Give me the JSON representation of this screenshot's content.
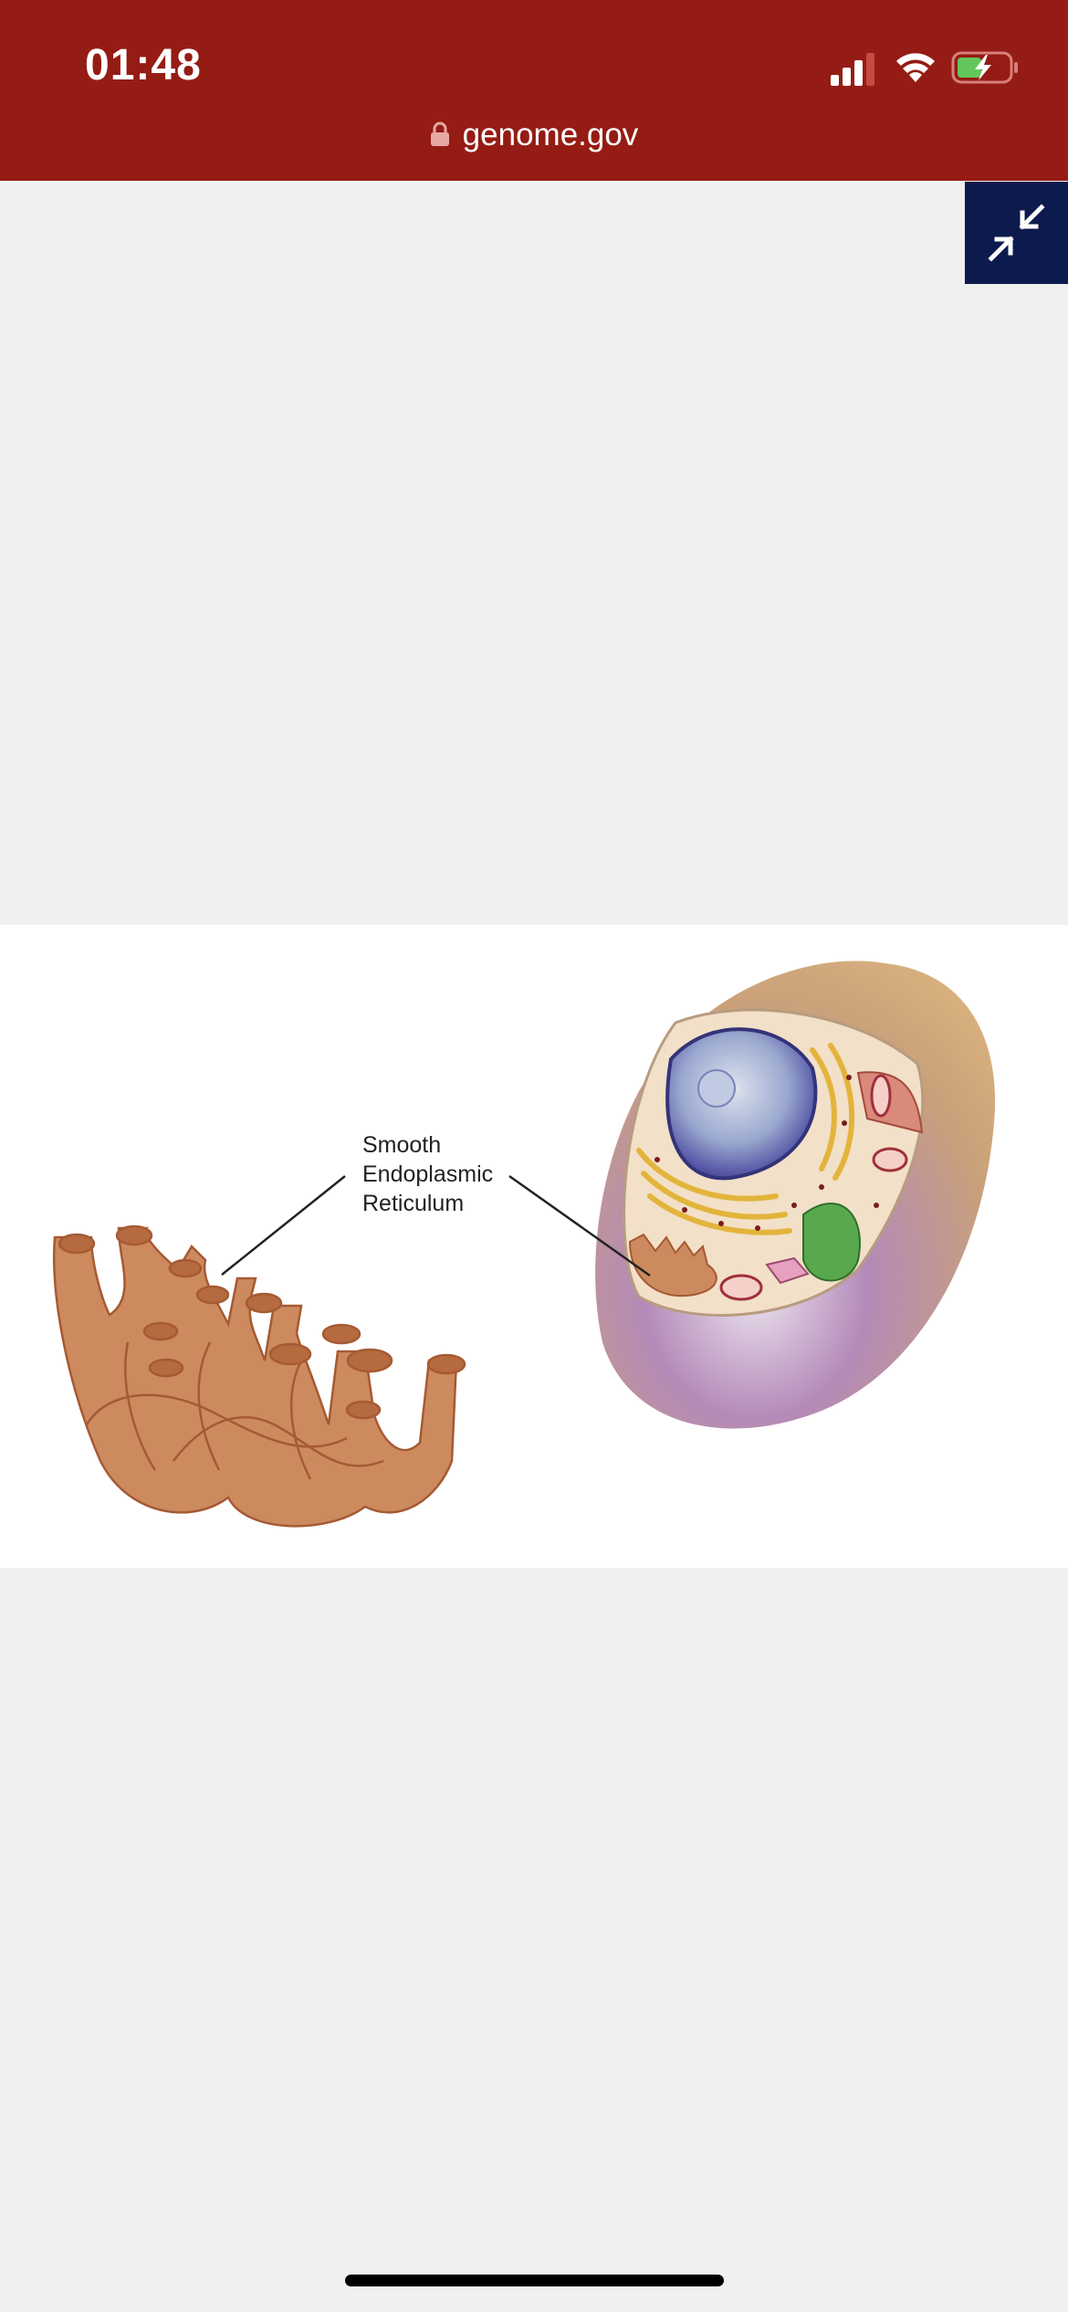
{
  "status_bar": {
    "time": "01:48",
    "icons": [
      "cellular-signal-icon",
      "wifi-icon",
      "battery-charging-icon"
    ]
  },
  "browser": {
    "url": "genome.gov",
    "lock_icon": "lock-icon"
  },
  "viewer": {
    "collapse_icon": "collapse-arrows-icon"
  },
  "diagram": {
    "label": "Smooth\nEndoplasmic\nReticulum"
  },
  "colors": {
    "header_bg": "#951c14",
    "collapse_button_bg": "#0d1a4e",
    "page_bg": "#f0f0f0",
    "reticulum_fill": "#cd8a5e",
    "reticulum_stroke": "#a55a33"
  }
}
